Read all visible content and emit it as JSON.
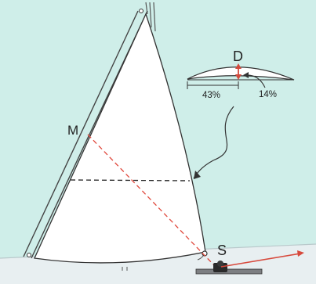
{
  "labels": {
    "m": "M",
    "s": "S",
    "d": "D"
  },
  "inset": {
    "left_percent": "43%",
    "right_percent": "14%"
  },
  "colors": {
    "background": "#cfeee9",
    "sail": "#ffffff",
    "outline": "#333333",
    "dashed_red": "#e0483c",
    "sheet_red": "#d74a3d",
    "deck": "#e7eff0",
    "fitting": "#2a2a2a"
  }
}
